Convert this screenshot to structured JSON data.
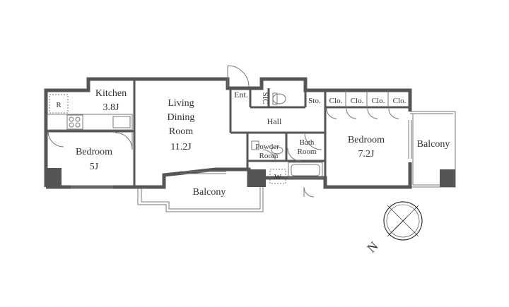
{
  "rooms": {
    "kitchen": {
      "name": "Kitchen",
      "size": "3.8J"
    },
    "refrigerator": "R",
    "living": {
      "line1": "Living",
      "line2": "Dining",
      "line3": "Room",
      "size": "11.2J"
    },
    "bedroom_small": {
      "name": "Bedroom",
      "size": "5J"
    },
    "entrance": "Ent.",
    "sic": "SIC",
    "hall": "Hall",
    "storage": "Sto.",
    "closets": [
      "Clo.",
      "Clo.",
      "Clo.",
      "Clo."
    ],
    "powder_room": {
      "line1": "Powder",
      "line2": "Room"
    },
    "bath_room": {
      "line1": "Bath",
      "line2": "Room"
    },
    "washer": "W",
    "bedroom_large": {
      "name": "Bedroom",
      "size": "7.2J"
    },
    "balcony_main": "Balcony",
    "balcony_side": "Balcony"
  },
  "compass": {
    "label": "N"
  }
}
